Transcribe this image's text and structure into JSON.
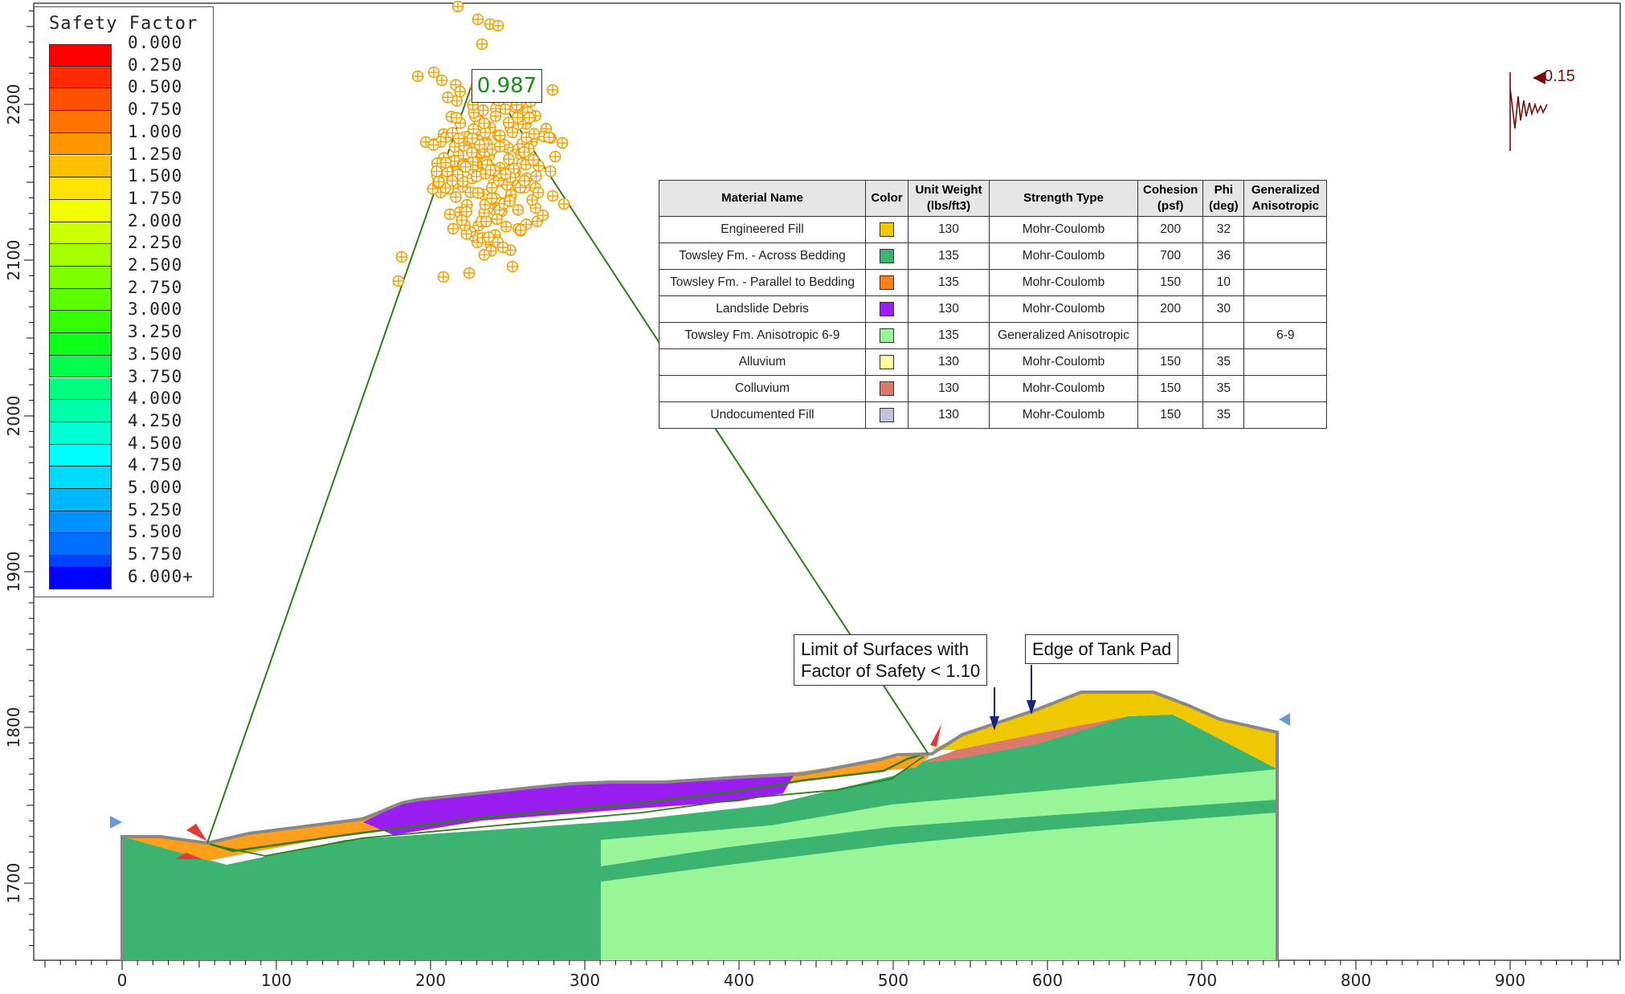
{
  "legend": {
    "title": "Safety Factor",
    "entries": [
      {
        "label": "0.000",
        "color": "#ff0000"
      },
      {
        "label": "0.250",
        "color": "#ff2a00"
      },
      {
        "label": "0.500",
        "color": "#ff5000"
      },
      {
        "label": "0.750",
        "color": "#ff7300"
      },
      {
        "label": "1.000",
        "color": "#ff9600"
      },
      {
        "label": "1.250",
        "color": "#ffbf00"
      },
      {
        "label": "1.500",
        "color": "#ffe400"
      },
      {
        "label": "1.750",
        "color": "#f2ff00"
      },
      {
        "label": "2.000",
        "color": "#ccff00"
      },
      {
        "label": "2.250",
        "color": "#a6ff00"
      },
      {
        "label": "2.500",
        "color": "#80ff00"
      },
      {
        "label": "2.750",
        "color": "#5aff00"
      },
      {
        "label": "3.000",
        "color": "#33ff00"
      },
      {
        "label": "3.250",
        "color": "#0dff1a"
      },
      {
        "label": "3.500",
        "color": "#00ff4c"
      },
      {
        "label": "3.750",
        "color": "#00ff80"
      },
      {
        "label": "4.000",
        "color": "#00ffaa"
      },
      {
        "label": "4.250",
        "color": "#00ffd5"
      },
      {
        "label": "4.500",
        "color": "#00ffff"
      },
      {
        "label": "4.750",
        "color": "#00dcff"
      },
      {
        "label": "5.000",
        "color": "#00b8ff"
      },
      {
        "label": "5.250",
        "color": "#0093ff"
      },
      {
        "label": "5.500",
        "color": "#006eff"
      },
      {
        "label": "5.750",
        "color": "#0040ff"
      },
      {
        "label": "6.000+",
        "color": "#0000ff"
      }
    ]
  },
  "min_factor_of_safety": "0.987",
  "seismic_coefficient": "0.15",
  "callouts": {
    "limit_surfaces": [
      "Limit of Surfaces with",
      "Factor of Safety < 1.10"
    ],
    "tank_pad": "Edge of Tank Pad"
  },
  "x_axis": {
    "ticks": [
      "0",
      "100",
      "200",
      "300",
      "400",
      "500",
      "600",
      "700",
      "800",
      "900"
    ]
  },
  "y_axis": {
    "ticks": [
      "1700",
      "1800",
      "1900",
      "2000",
      "2100",
      "2200"
    ]
  },
  "material_table": {
    "headers": [
      "Material Name",
      "Color",
      "Unit Weight (lbs/ft3)",
      "Strength Type",
      "Cohesion (psf)",
      "Phi (deg)",
      "Generalized Anisotropic"
    ],
    "rows": [
      {
        "name": "Engineered Fill",
        "color": "#f0c800",
        "unit_weight": "130",
        "strength": "Mohr-Coulomb",
        "cohesion": "200",
        "phi": "32",
        "aniso": ""
      },
      {
        "name": "Towsley Fm. - Across Bedding",
        "color": "#3cb371",
        "unit_weight": "135",
        "strength": "Mohr-Coulomb",
        "cohesion": "700",
        "phi": "36",
        "aniso": ""
      },
      {
        "name": "Towsley Fm. - Parallel to Bedding",
        "color": "#ff7f1e",
        "unit_weight": "135",
        "strength": "Mohr-Coulomb",
        "cohesion": "150",
        "phi": "10",
        "aniso": ""
      },
      {
        "name": "Landslide Debris",
        "color": "#9b1ef0",
        "unit_weight": "130",
        "strength": "Mohr-Coulomb",
        "cohesion": "200",
        "phi": "30",
        "aniso": ""
      },
      {
        "name": "Towsley Fm. Anisotropic 6-9",
        "color": "#98f598",
        "unit_weight": "135",
        "strength": "Generalized Anisotropic",
        "cohesion": "",
        "phi": "",
        "aniso": "6-9"
      },
      {
        "name": "Alluvium",
        "color": "#ffffa0",
        "unit_weight": "130",
        "strength": "Mohr-Coulomb",
        "cohesion": "150",
        "phi": "35",
        "aniso": ""
      },
      {
        "name": "Colluvium",
        "color": "#d97a6c",
        "unit_weight": "130",
        "strength": "Mohr-Coulomb",
        "cohesion": "150",
        "phi": "35",
        "aniso": ""
      },
      {
        "name": "Undocumented Fill",
        "color": "#c0c4d8",
        "unit_weight": "130",
        "strength": "Mohr-Coulomb",
        "cohesion": "150",
        "phi": "35",
        "aniso": ""
      }
    ]
  }
}
